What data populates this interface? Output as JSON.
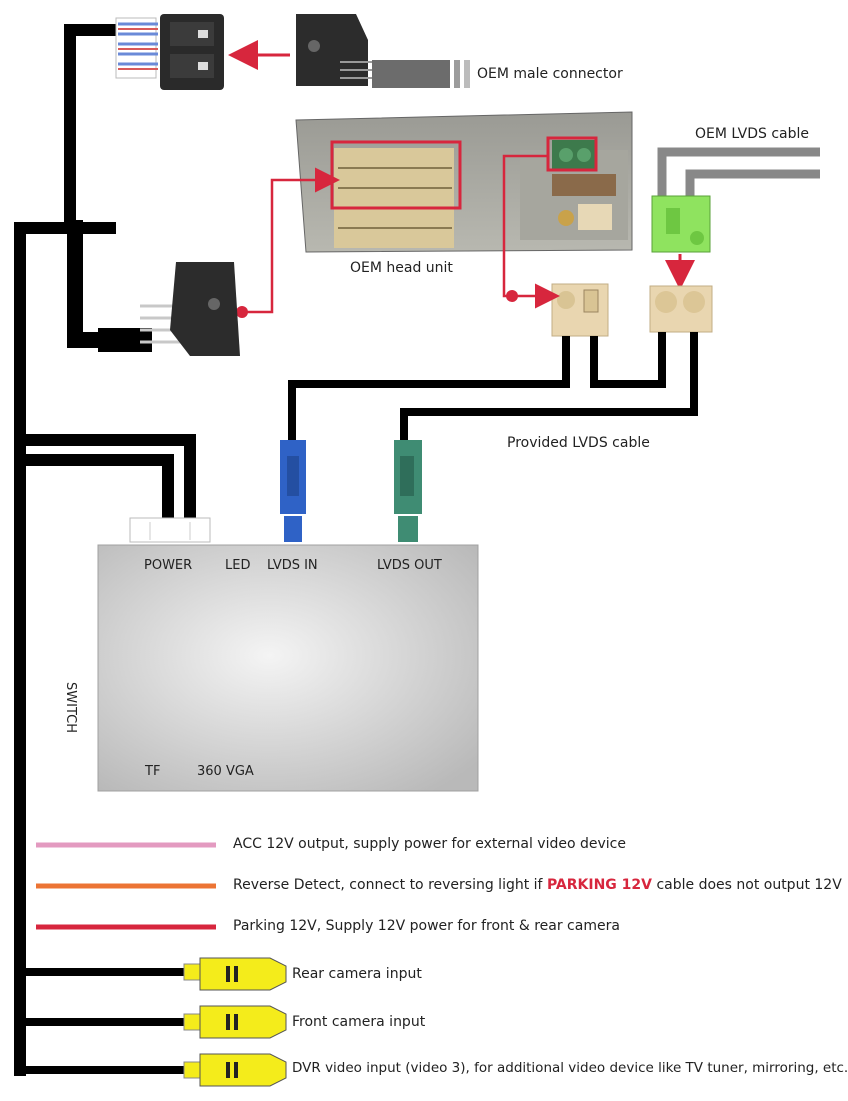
{
  "labels": {
    "oem_male_connector": "OEM male connector",
    "oem_lvds_cable": "OEM LVDS cable",
    "oem_head_unit": "OEM head unit",
    "provided_lvds_cable": "Provided LVDS cable"
  },
  "interface_box": {
    "power": "POWER",
    "led": "LED",
    "lvds_in": "LVDS IN",
    "lvds_out": "LVDS OUT",
    "switch": "SWITCH",
    "tf": "TF",
    "vga": "360 VGA"
  },
  "wires": [
    {
      "color": "#e39ac0",
      "text": "ACC 12V output, supply power for external video device"
    },
    {
      "color": "#ec7434",
      "text_before": "Reverse Detect, connect to reversing light if ",
      "highlight": "PARKING 12V",
      "text_after": " cable does not output 12V"
    },
    {
      "color": "#d7263d",
      "text": "Parking 12V, Supply 12V power for front & rear camera"
    }
  ],
  "rca_inputs": [
    {
      "text": "Rear camera input"
    },
    {
      "text": "Front camera input"
    },
    {
      "text": "DVR video input (video 3), for additional video device like TV tuner, mirroring, etc."
    }
  ],
  "colors": {
    "cable": "#000000",
    "arrow": "#d7263d",
    "lvds_in": "#2f62c6",
    "lvds_out": "#3f8c73",
    "rca_yellow": "#f4ec1b",
    "oem_lvds_green": "#8fe35f",
    "tan_connector": "#e9d6b0"
  }
}
